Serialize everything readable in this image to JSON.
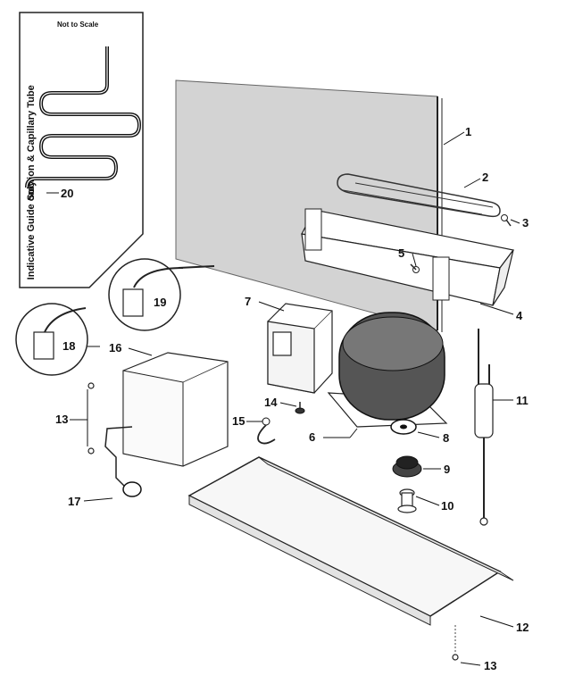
{
  "header_note": "Not to Scale",
  "side_text_top": "Suction & Capillary Tube",
  "side_text_bottom": "Indicative Guide only",
  "callouts": [
    "1",
    "2",
    "3",
    "4",
    "5",
    "6",
    "7",
    "8",
    "9",
    "10",
    "11",
    "12",
    "13",
    "14",
    "15",
    "16",
    "17",
    "18",
    "19",
    "20",
    "13"
  ]
}
